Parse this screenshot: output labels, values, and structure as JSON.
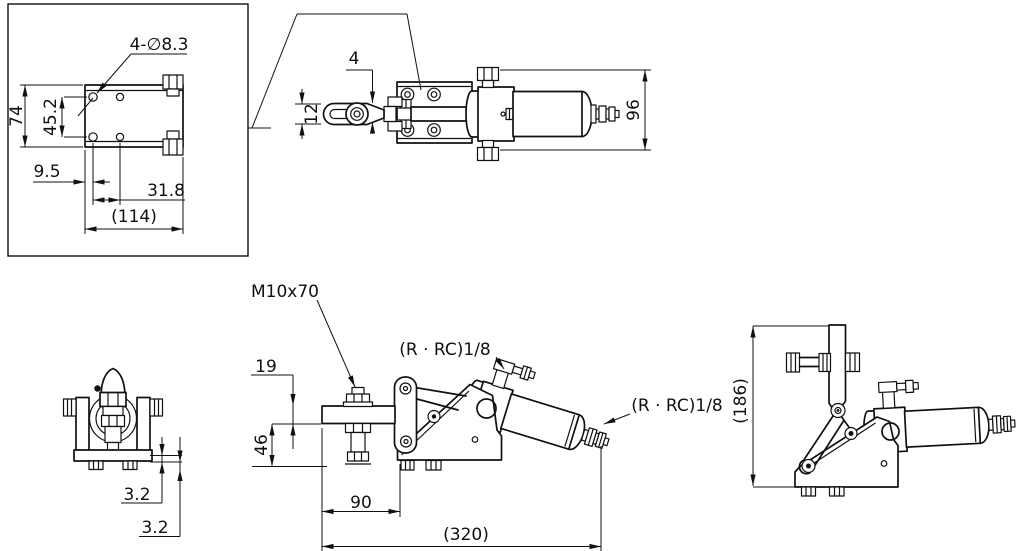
{
  "colors": {
    "line": "#111111",
    "background": "#ffffff"
  },
  "detail_view": {
    "hole_callout": "4-∅8.3",
    "plate_height": "74",
    "hole_pitch_vertical": "45.2",
    "hole_offset_left": "9.5",
    "hole_pitch_horizontal": "31.8",
    "overall_width_ref": "(114)"
  },
  "top_view": {
    "tip_thickness": "4",
    "arm_width": "12",
    "overall_height": "96"
  },
  "end_view": {
    "pad_thickness_left": "3.2",
    "pad_thickness_right": "3.2"
  },
  "front_view": {
    "spindle_callout": "M10x70",
    "air_port_top": "(R · RC)1/8",
    "air_port_end": "(R · RC)1/8",
    "arm_offset": "19",
    "spindle_reach": "46",
    "base_length": "90",
    "overall_length_ref": "(320)"
  },
  "side_view": {
    "open_height_ref": "(186)"
  }
}
